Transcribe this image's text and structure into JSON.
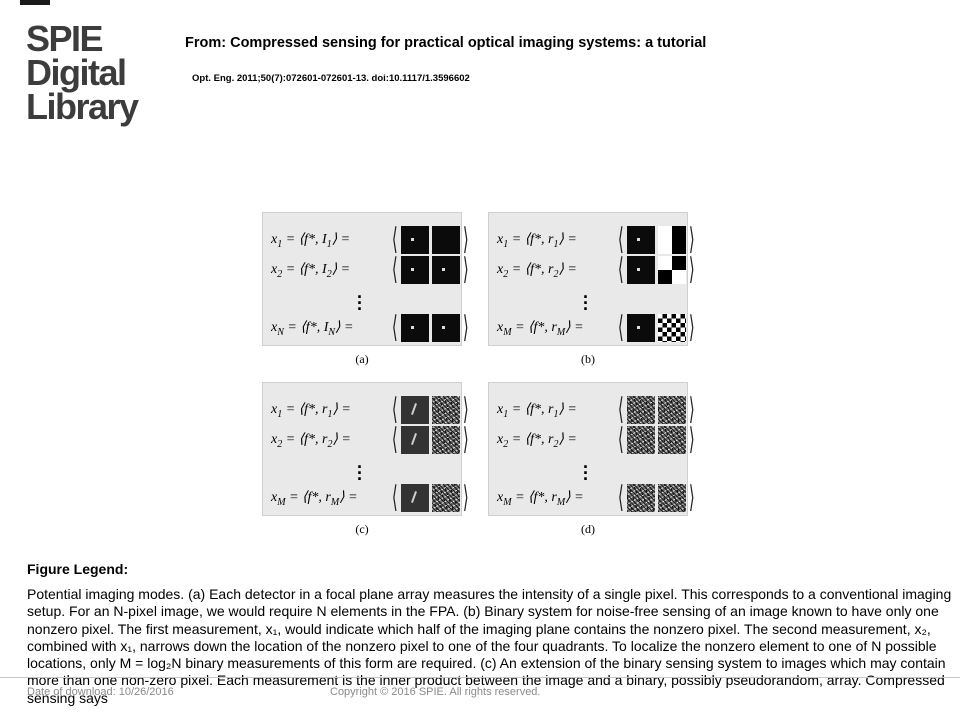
{
  "header": {
    "logo": [
      "SPIE",
      "Digital",
      "Library"
    ],
    "from_line": "From: Compressed sensing for practical optical imaging systems: a tutorial",
    "citation": "Opt. Eng. 2011;50(7):072601-072601-13. doi:10.1117/1.3596602"
  },
  "figure": {
    "panels": [
      {
        "label": "(a)",
        "rows": [
          {
            "lhs": "x",
            "lhs_sub": "1",
            "rhs": "⟨f*, I",
            "rhs_sub": "1",
            "tiles": [
              "dot",
              "plain"
            ]
          },
          {
            "lhs": "x",
            "lhs_sub": "2",
            "rhs": "⟨f*, I",
            "rhs_sub": "2",
            "tiles": [
              "dot",
              "dot"
            ]
          },
          {
            "lhs": "x",
            "lhs_sub": "N",
            "rhs": "⟨f*, I",
            "rhs_sub": "N",
            "tiles": [
              "dot",
              "dot"
            ]
          }
        ]
      },
      {
        "label": "(b)",
        "rows": [
          {
            "lhs": "x",
            "lhs_sub": "1",
            "rhs": "⟨f*, r",
            "rhs_sub": "1",
            "tiles": [
              "dot",
              "half"
            ]
          },
          {
            "lhs": "x",
            "lhs_sub": "2",
            "rhs": "⟨f*, r",
            "rhs_sub": "2",
            "tiles": [
              "dot",
              "quad"
            ]
          },
          {
            "lhs": "x",
            "lhs_sub": "M",
            "rhs": "⟨f*, r",
            "rhs_sub": "M",
            "tiles": [
              "dot",
              "checker"
            ]
          }
        ]
      },
      {
        "label": "(c)",
        "rows": [
          {
            "lhs": "x",
            "lhs_sub": "1",
            "rhs": "⟨f*, r",
            "rhs_sub": "1",
            "tiles": [
              "stripe",
              "noise"
            ]
          },
          {
            "lhs": "x",
            "lhs_sub": "2",
            "rhs": "⟨f*, r",
            "rhs_sub": "2",
            "tiles": [
              "stripe",
              "noise"
            ]
          },
          {
            "lhs": "x",
            "lhs_sub": "M",
            "rhs": "⟨f*, r",
            "rhs_sub": "M",
            "tiles": [
              "stripe",
              "noise"
            ]
          }
        ]
      },
      {
        "label": "(d)",
        "rows": [
          {
            "lhs": "x",
            "lhs_sub": "1",
            "rhs": "⟨f*, r",
            "rhs_sub": "1",
            "tiles": [
              "noise",
              "noise"
            ]
          },
          {
            "lhs": "x",
            "lhs_sub": "2",
            "rhs": "⟨f*, r",
            "rhs_sub": "2",
            "tiles": [
              "noise",
              "noise"
            ]
          },
          {
            "lhs": "x",
            "lhs_sub": "M",
            "rhs": "⟨f*, r",
            "rhs_sub": "M",
            "tiles": [
              "noise",
              "noise"
            ]
          }
        ]
      }
    ]
  },
  "legend": {
    "title": "Figure Legend:",
    "text": "Potential imaging modes. (a) Each detector in a focal plane array measures the intensity of a single pixel. This corresponds to a conventional imaging setup. For an N-pixel image, we would require N elements in the FPA. (b) Binary system for noise-free sensing of an image known to have only one nonzero pixel. The first measurement, x₁, would indicate which half of the imaging plane contains the nonzero pixel. The second measurement, x₂, combined with x₁, narrows down the location of the nonzero pixel to one of the four quadrants. To localize the nonzero element to one of N possible locations, only M = log₂N binary measurements of this form are required. (c) An extension of the binary sensing system to images which may contain more than one non-zero pixel. Each measurement is the inner product between the image and a binary, possibly pseudorandom, array. Compressed sensing says"
  },
  "footer": {
    "date": "Date of download:  10/26/2016",
    "copyright": "Copyright © 2016 SPIE. All rights reserved."
  }
}
